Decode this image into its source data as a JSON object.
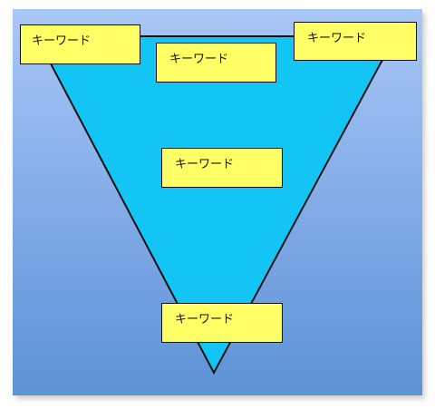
{
  "diagram": {
    "colors": {
      "background_top": "#a9c7f6",
      "background_bottom": "#5d93d6",
      "triangle_fill": "#13c5f5",
      "box_fill": "#ffff66",
      "outline": "#111111"
    },
    "keywords": [
      {
        "label": "キーワード"
      },
      {
        "label": "キーワード"
      },
      {
        "label": "キーワード"
      },
      {
        "label": "キーワード"
      },
      {
        "label": "キーワード"
      }
    ]
  }
}
